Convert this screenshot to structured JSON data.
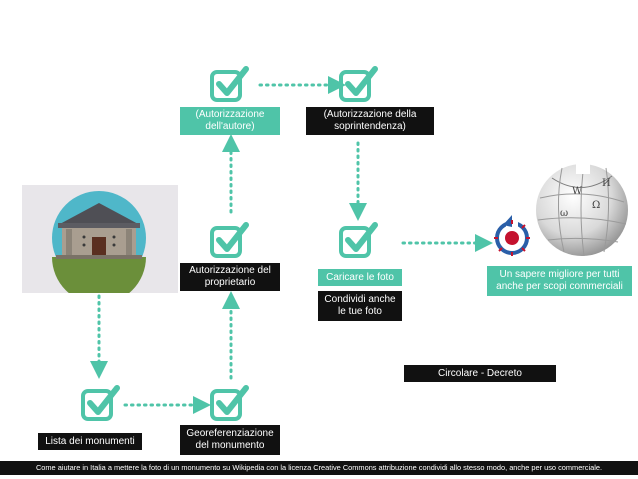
{
  "colors": {
    "accent": "#4fc4a8",
    "dark": "#111111",
    "photo_bg": "#e8e6ea"
  },
  "nodes": {
    "autore": {
      "label": "(Autorizzazione dell'autore)",
      "icon": "checkmark-icon"
    },
    "soprintendenza": {
      "label": "(Autorizzazione della soprintendenza)",
      "icon": "checkmark-icon"
    },
    "proprietario": {
      "label": "Autorizzazione del proprietario",
      "icon": "checkmark-icon"
    },
    "caricare": {
      "label": "Caricare le foto",
      "icon": "checkmark-icon"
    },
    "condividi": {
      "label": "Condividi anche le tue foto"
    },
    "lista": {
      "label": "Lista dei monumenti",
      "icon": "checkmark-icon"
    },
    "georef": {
      "label": "Georeferenziazione del monumento",
      "icon": "checkmark-icon"
    },
    "sapere": {
      "label": "Un sapere migliore per tutti anche per scopi commerciali"
    },
    "circolare": {
      "label": "Circolare - Decreto"
    }
  },
  "images": {
    "monument": "monument-icon",
    "commons": "commons-logo",
    "wikipedia": "wikipedia-globe-logo"
  },
  "footer": {
    "text": "Come aiutare in Italia a mettere la foto di un monumento su Wikipedia con la licenza Creative Commons attribuzione condividi allo stesso modo, anche per uso commerciale."
  }
}
